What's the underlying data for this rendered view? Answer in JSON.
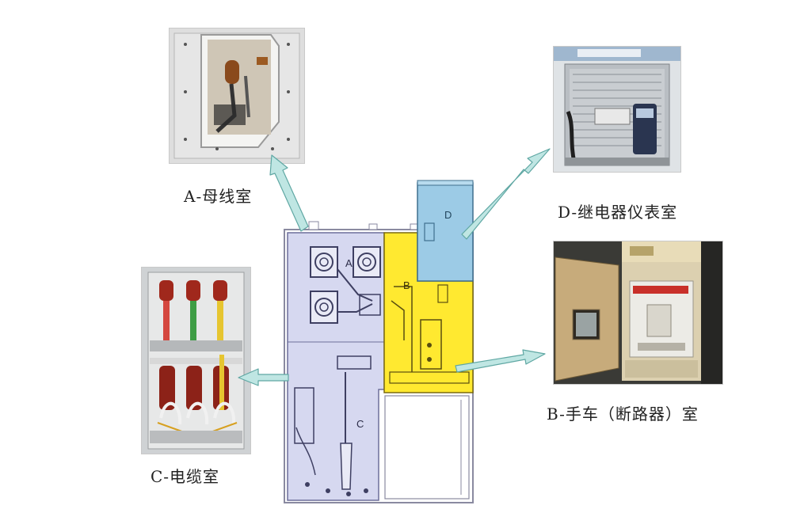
{
  "captions": {
    "a": "A-母线室",
    "b": "B-手车（断路器）室",
    "c": "C-电缆室",
    "d": "D-继电器仪表室"
  },
  "schematic_labels": {
    "a": "A",
    "b": "B",
    "c": "C",
    "d": "D"
  },
  "colors": {
    "compartment_a_c": "#d6d8f0",
    "compartment_b": "#ffe930",
    "compartment_d": "#9ccbe6",
    "arrow": "#bfe6e3",
    "arrow_outline": "#5fa7a3"
  }
}
